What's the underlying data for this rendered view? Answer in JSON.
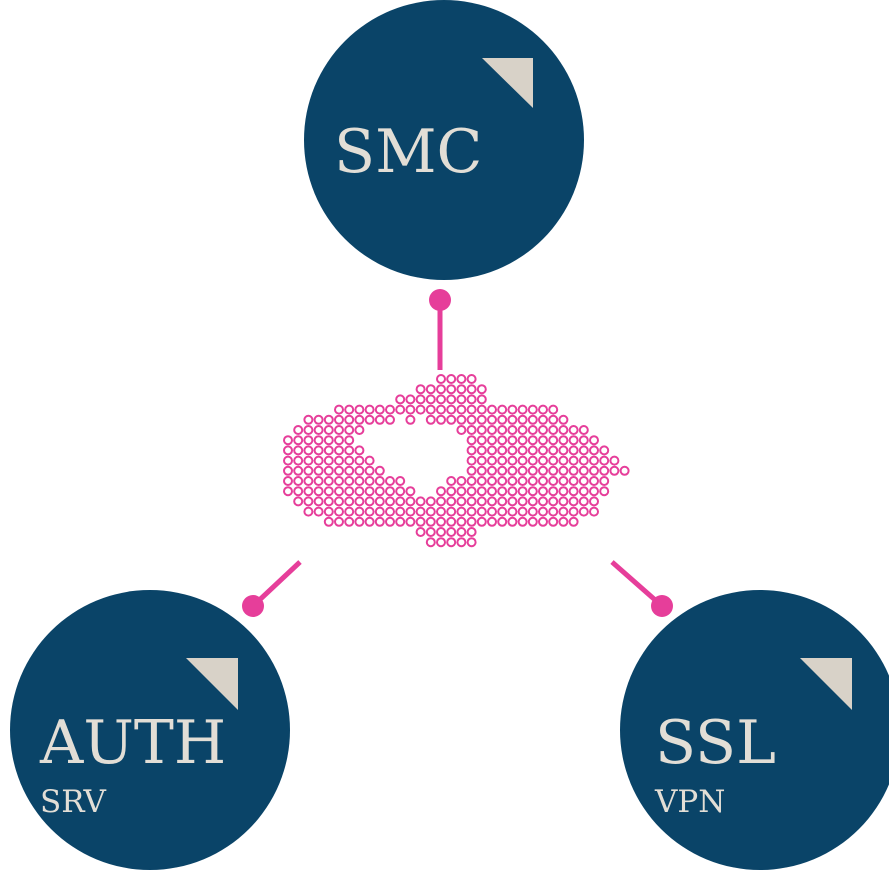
{
  "colors": {
    "node_fill": "#0a4468",
    "corner_mark": "#d8d2c8",
    "label_text": "#e2ded6",
    "connector": "#e63e9a",
    "cloud_dots": "#e63e9a",
    "background": "#ffffff"
  },
  "nodes": [
    {
      "id": "smc",
      "label": "SMC",
      "sublabel": ""
    },
    {
      "id": "auth",
      "label": "AUTH",
      "sublabel": "SRV"
    },
    {
      "id": "ssl",
      "label": "SSL",
      "sublabel": "VPN"
    }
  ],
  "connections": [
    {
      "from": "cloud",
      "to": "smc"
    },
    {
      "from": "cloud",
      "to": "auth"
    },
    {
      "from": "cloud",
      "to": "ssl"
    }
  ],
  "center": {
    "icon": "cloud-with-heart-icon",
    "rows": [
      "....................oooo................",
      "..................ooooooo...............",
      "................ooooooooo...............",
      "..........oooooooooooooooooooooo........",
      ".......ooooooooo.o.oooooooooooooo.......",
      "......ooooooo.........ooooooooooooo.....",
      ".....ooooooo...........ooooooooooooo....",
      ".....oooooooo..........oooooooooooooo...",
      ".....ooooooooo.........ooooooooooooooo..",
      ".....oooooooooo........oooooooooooooooo.",
      ".....oooooooooooo....oooooooooooooooo...",
      ".....ooooooooooooo..ooooooooooooooooo...",
      "......oooooooooooooooooooooooooooooo....",
      ".......ooooooooooooooooooooooooooooo....",
      ".........ooooooooooooooooooooooooo......",
      "..................oooooo................",
      "...................ooooo................"
    ]
  }
}
